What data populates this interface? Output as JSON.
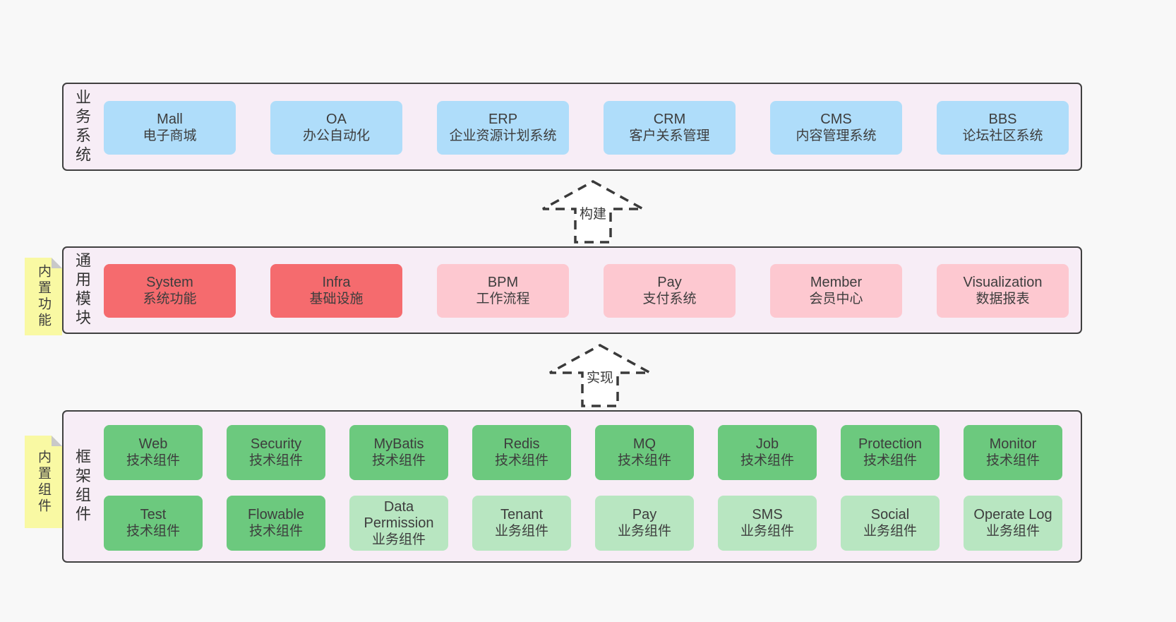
{
  "colors": {
    "page_bg": "#f8f8f8",
    "band_bg": "#f7edf6",
    "band_border": "#404040",
    "blue_box": "#afddfa",
    "red_box": "#f56b6e",
    "pink_box": "#fdc8d0",
    "green_box": "#6cc97e",
    "light_green_box": "#b8e6c1",
    "sticky_note": "#f9f9a3",
    "note_fold": "#c9c9c9",
    "text": "#3d3d3d"
  },
  "band1": {
    "label": "业务系统",
    "boxes": [
      {
        "en": "Mall",
        "zh": "电子商城",
        "color": "blue"
      },
      {
        "en": "OA",
        "zh": "办公自动化",
        "color": "blue"
      },
      {
        "en": "ERP",
        "zh": "企业资源计划系统",
        "color": "blue"
      },
      {
        "en": "CRM",
        "zh": "客户关系管理",
        "color": "blue"
      },
      {
        "en": "CMS",
        "zh": "内容管理系统",
        "color": "blue"
      },
      {
        "en": "BBS",
        "zh": "论坛社区系统",
        "color": "blue"
      }
    ]
  },
  "arrow1": {
    "label": "构建"
  },
  "band2": {
    "label": "通用模块",
    "note": "内置功能",
    "boxes": [
      {
        "en": "System",
        "zh": "系统功能",
        "color": "red"
      },
      {
        "en": "Infra",
        "zh": "基础设施",
        "color": "red"
      },
      {
        "en": "BPM",
        "zh": "工作流程",
        "color": "pink"
      },
      {
        "en": "Pay",
        "zh": "支付系统",
        "color": "pink"
      },
      {
        "en": "Member",
        "zh": "会员中心",
        "color": "pink"
      },
      {
        "en": "Visualization",
        "zh": "数据报表",
        "color": "pink"
      }
    ]
  },
  "arrow2": {
    "label": "实现"
  },
  "band3": {
    "label": "框架组件",
    "note": "内置组件",
    "row1": [
      {
        "en": "Web",
        "zh": "技术组件",
        "color": "green"
      },
      {
        "en": "Security",
        "zh": "技术组件",
        "color": "green"
      },
      {
        "en": "MyBatis",
        "zh": "技术组件",
        "color": "green"
      },
      {
        "en": "Redis",
        "zh": "技术组件",
        "color": "green"
      },
      {
        "en": "MQ",
        "zh": "技术组件",
        "color": "green"
      },
      {
        "en": "Job",
        "zh": "技术组件",
        "color": "green"
      },
      {
        "en": "Protection",
        "zh": "技术组件",
        "color": "green"
      },
      {
        "en": "Monitor",
        "zh": "技术组件",
        "color": "green"
      }
    ],
    "row2": [
      {
        "en": "Test",
        "zh": "技术组件",
        "color": "green"
      },
      {
        "en": "Flowable",
        "zh": "技术组件",
        "color": "green"
      },
      {
        "en": "Data Permission",
        "zh": "业务组件",
        "color": "light-green"
      },
      {
        "en": "Tenant",
        "zh": "业务组件",
        "color": "light-green"
      },
      {
        "en": "Pay",
        "zh": "业务组件",
        "color": "light-green"
      },
      {
        "en": "SMS",
        "zh": "业务组件",
        "color": "light-green"
      },
      {
        "en": "Social",
        "zh": "业务组件",
        "color": "light-green"
      },
      {
        "en": "Operate Log",
        "zh": "业务组件",
        "color": "light-green"
      }
    ]
  }
}
